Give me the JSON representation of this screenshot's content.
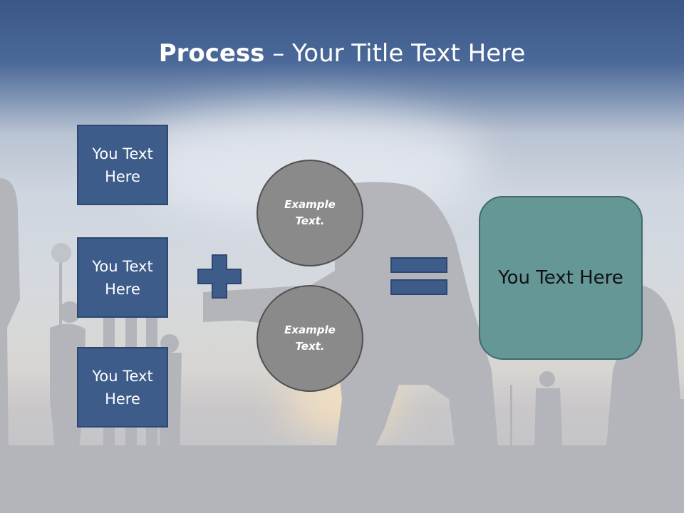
{
  "title": {
    "bold": "Process",
    "rest": " – Your Title Text Here"
  },
  "left_boxes": [
    {
      "text": "You Text Here"
    },
    {
      "text": "You Text Here"
    },
    {
      "text": "You Text Here"
    }
  ],
  "circles": [
    {
      "text": "Example Text."
    },
    {
      "text": "Example Text."
    }
  ],
  "result_box": {
    "text": "You Text Here"
  },
  "colors": {
    "box_fill": "#3e5c8a",
    "box_border": "#2c4770",
    "circle_fill": "#8a8a8a",
    "result_fill": "#659797",
    "title_band": "#3a5787"
  },
  "icons": {
    "operator_1": "plus-icon",
    "operator_2": "equals-icon"
  }
}
